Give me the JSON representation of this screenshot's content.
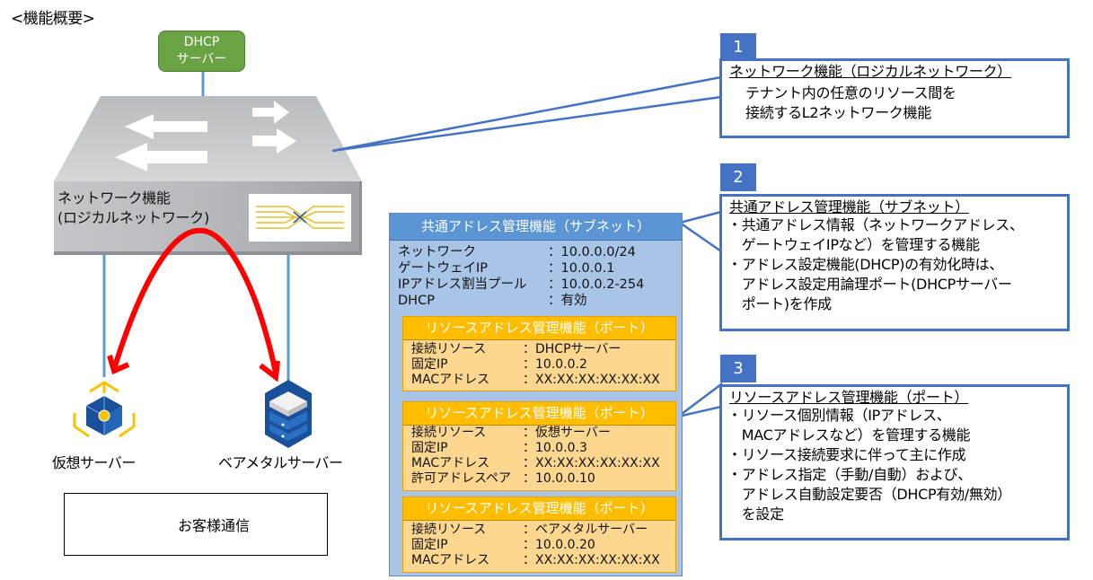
{
  "title": "<機能概要>",
  "dhcp_server": {
    "line1": "DHCP",
    "line2": "サーバー",
    "color": "#6aa343"
  },
  "network_function": {
    "line1": "ネットワーク機能",
    "line2": "(ロジカルネットワーク)"
  },
  "nodes": {
    "virtual_server": "仮想サーバー",
    "baremetal_server": "ベアメタルサーバー"
  },
  "legend": {
    "label": "お客様通信",
    "arrow_color": "#ff0000"
  },
  "subnet": {
    "header": "共通アドレス管理機能（サブネット）",
    "rows": [
      {
        "key": "ネットワーク",
        "value": "：10.0.0.0/24"
      },
      {
        "key": "ゲートウェイIP",
        "value": "：10.0.0.1"
      },
      {
        "key": "IPアドレス割当プール",
        "value": "：10.0.0.2-254"
      },
      {
        "key": "DHCP",
        "value": "：有効"
      }
    ],
    "header_color": "#5b95d3",
    "body_color": "#a8c4e6"
  },
  "ports": [
    {
      "header": "リソースアドレス管理機能（ポート）",
      "rows": [
        {
          "key": "接続リソース",
          "value": "：DHCPサーバー"
        },
        {
          "key": "固定IP",
          "value": "：10.0.0.2"
        },
        {
          "key": "MACアドレス",
          "value": "：XX:XX:XX:XX:XX:XX"
        }
      ]
    },
    {
      "header": "リソースアドレス管理機能（ポート）",
      "rows": [
        {
          "key": "接続リソース",
          "value": "：仮想サーバー"
        },
        {
          "key": "固定IP",
          "value": "：10.0.0.3"
        },
        {
          "key": "MACアドレス",
          "value": "：XX:XX:XX:XX:XX:XX"
        },
        {
          "key": "許可アドレスペア",
          "value": "：10.0.0.10"
        }
      ]
    },
    {
      "header": "リソースアドレス管理機能（ポート）",
      "rows": [
        {
          "key": "接続リソース",
          "value": "：ベアメタルサーバー"
        },
        {
          "key": "固定IP",
          "value": "：10.0.0.20"
        },
        {
          "key": "MACアドレス",
          "value": "：XX:XX:XX:XX:XX:XX"
        }
      ]
    }
  ],
  "callouts": [
    {
      "number": "1",
      "title": "ネットワーク機能（ロジカルネットワーク）",
      "lines": [
        "テナント内の任意のリソース間を",
        "接続するL2ネットワーク機能"
      ]
    },
    {
      "number": "2",
      "title": "共通アドレス管理機能（サブネット）",
      "lines": [
        "・共通アドレス情報（ネットワークアドレス、",
        "　ゲートウェイIPなど）を管理する機能",
        "・アドレス設定機能(DHCP)の有効化時は、",
        "　アドレス設定用論理ポート(DHCPサーバー",
        "　ポート)を作成"
      ]
    },
    {
      "number": "3",
      "title": "リソースアドレス管理機能（ポート）",
      "lines": [
        "・リソース個別情報（IPアドレス、",
        "　MACアドレスなど）を管理する機能",
        "・リソース接続要求に伴って主に作成",
        "・アドレス指定（手動/自動）および、",
        "　アドレス自動設定要否（DHCP有効/無効）",
        "　を設定"
      ]
    }
  ],
  "colors": {
    "callout_border": "#4472c4",
    "port_header": "#ffbd00",
    "port_body": "#fdd68f",
    "link_line": "#5b9bd5"
  }
}
